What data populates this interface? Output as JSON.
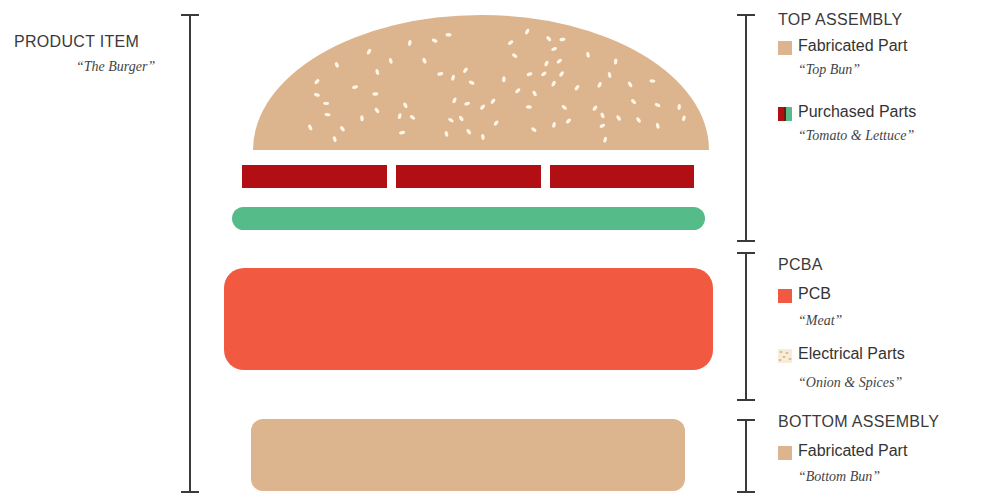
{
  "diagram": {
    "labels": [
      "PRODUCT ITEM",
      "“The Burger”",
      "TOP ASSEMBLY",
      "“Top Bun”",
      "“Tomato & Lettuce”",
      "PCBA",
      "“Meat”",
      "“Onion & Spices”",
      "BOTTOM ASSEMBLY",
      "“Bottom Bun”"
    ],
    "legend": [
      {
        "text": "Fabricated Part",
        "color": "#dcb58e"
      },
      {
        "text": "Purchased Parts"
      },
      {
        "text": "PCB",
        "color": "#f15a40"
      },
      {
        "text": "Electrical Parts"
      },
      {
        "text": "Fabricated Part",
        "color": "#dcb58e"
      }
    ]
  }
}
